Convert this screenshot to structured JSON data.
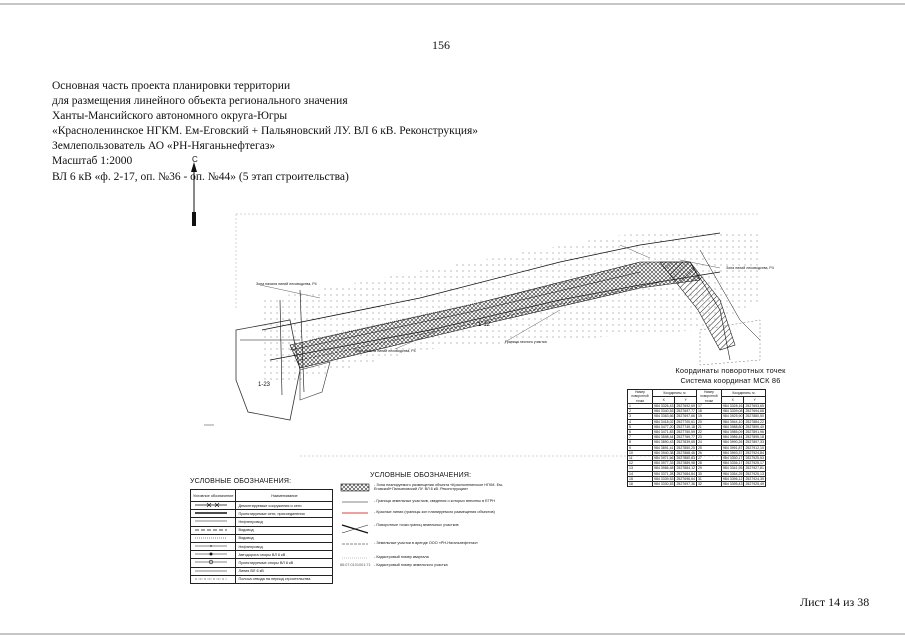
{
  "page": {
    "number": "156",
    "sheet": "Лист 14 из 38"
  },
  "header": {
    "lines": [
      "Основная часть проекта планировки территории",
      "для размещения линейного объекта регионального значения",
      "Ханты-Мансийского автономного округа-Югры",
      "«Красноленинское НГКМ. Ем-Еговский + Пальяновский ЛУ. ВЛ 6 кВ. Реконструкция»",
      "Землепользователь АО «РН-Няганьнефтегаз»",
      "Масштаб 1:2000",
      "ВЛ 6 кВ «ф. 2-17, оп. №36 - оп. №44» (5 этап строительства)"
    ]
  },
  "map": {
    "north_label": "С",
    "station_labels": {
      "left": "1-23",
      "middle": "1-12"
    },
    "annotations": {
      "zone_a": "Зона начала линий лесоводства, Р4",
      "zone_b": "Зона начала линий лесоводства, Р4",
      "zone_c": "Зона линий лесоводства, Р4",
      "zone_d": "Граница лесного участка"
    },
    "colors": {
      "hatch": "#222222",
      "line": "#111111"
    }
  },
  "coordinates": {
    "title_line1": "Координаты поворотных точек",
    "title_line2": "Система координат МСК 86",
    "header": {
      "num": "Номер поворотной точки",
      "coords": "Координаты, м",
      "x": "X",
      "y": "Y"
    },
    "rows_left": [
      [
        "1",
        "984 3326,43",
        "2527692,69"
      ],
      [
        "2",
        "984 3340,53",
        "2527697,77"
      ],
      [
        "3",
        "984 3363,66",
        "2527697,66"
      ],
      [
        "4",
        "984 3418,02",
        "2527700,61"
      ],
      [
        "5",
        "984 3477,20",
        "2527749,18"
      ],
      [
        "6",
        "984 3471,83",
        "2527750,59"
      ],
      [
        "7",
        "984 3598,44",
        "2527769,77"
      ],
      [
        "8",
        "984 3890,43",
        "2527839,65"
      ],
      [
        "9",
        "984 3891,41",
        "2527850,20"
      ],
      [
        "10",
        "984 3940,38",
        "2527868,46"
      ],
      [
        "11",
        "984 3971,66",
        "2527880,83"
      ],
      [
        "12",
        "984 3977,33",
        "2527889,98"
      ],
      [
        "13",
        "984 3966,48",
        "2527884,12"
      ],
      [
        "14",
        "984 3371,28",
        "2527684,84"
      ],
      [
        "15",
        "984 3339,53",
        "2527696,64"
      ],
      [
        "16",
        "984 3330,53",
        "2527697,36"
      ]
    ],
    "rows_right": [
      [
        "17",
        "984 3328,16",
        "2527693,65"
      ],
      [
        "18",
        "984 3339,08",
        "2527694,68"
      ],
      [
        "19",
        "984 3925,90",
        "2527880,50"
      ],
      [
        "20",
        "984 3944,10",
        "2527884,22"
      ],
      [
        "21",
        "984 3988,80",
        "2527890,40"
      ],
      [
        "22",
        "984 3985,09",
        "2527891,96"
      ],
      [
        "23",
        "984 3986,44",
        "2527895,18"
      ],
      [
        "24",
        "984 3990,26",
        "2527897,33"
      ],
      [
        "25",
        "984 3991,87",
        "2527912,10"
      ],
      [
        "26",
        "984 3993,37",
        "2527924,84"
      ],
      [
        "27",
        "984 3330,17",
        "2527925,53"
      ],
      [
        "28",
        "984 3336,17",
        "2527925,17"
      ],
      [
        "29",
        "984 3341,95",
        "2527927,81"
      ],
      [
        "30",
        "984 3354,25",
        "2527925,13"
      ],
      [
        "31",
        "984 3396,12",
        "2527924,35"
      ],
      [
        "32",
        "984 3395,43",
        "2527925,49"
      ]
    ]
  },
  "legend1": {
    "title": "УСЛОВНЫЕ ОБОЗНАЧЕНИЯ:",
    "col_symbol": "Условное обозначение",
    "col_name": "Наименование",
    "items": [
      "Демонтируемые сооружения и сети",
      "Проектируемые сети, присоединения",
      "Нефтепровод",
      "Водовод",
      "Водовод",
      "Нефтепровод",
      "Автодорога опоры ВЛ 6 кВ",
      "Проектируемые опоры ВЛ 6 кВ",
      "Линия ВЛ 6 кВ",
      "Полоса отвода на период строительства"
    ]
  },
  "legend2": {
    "title": "УСЛОВНЫЕ ОБОЗНАЧЕНИЯ:",
    "items": [
      "- Зона планируемого размещения объекта «Красноленинское НГКМ. Ем-Еговский+Пальяновский ЛУ. ВЛ 6 кВ. Реконструкция»",
      "- Граница земельных участков, сведения о которых внесены в ЕГРН",
      "- Красные линии (границы зон планируемого размещения объектов)",
      "- Поворотные точки границ земельных участков",
      "- Земельные участки в аренде ООО «РН-Няганьнефтегаз»",
      "- Кадастровый номер квартала",
      "- Кадастровый номер земельного участка"
    ],
    "sample_number": "86:07:0101001:71"
  }
}
